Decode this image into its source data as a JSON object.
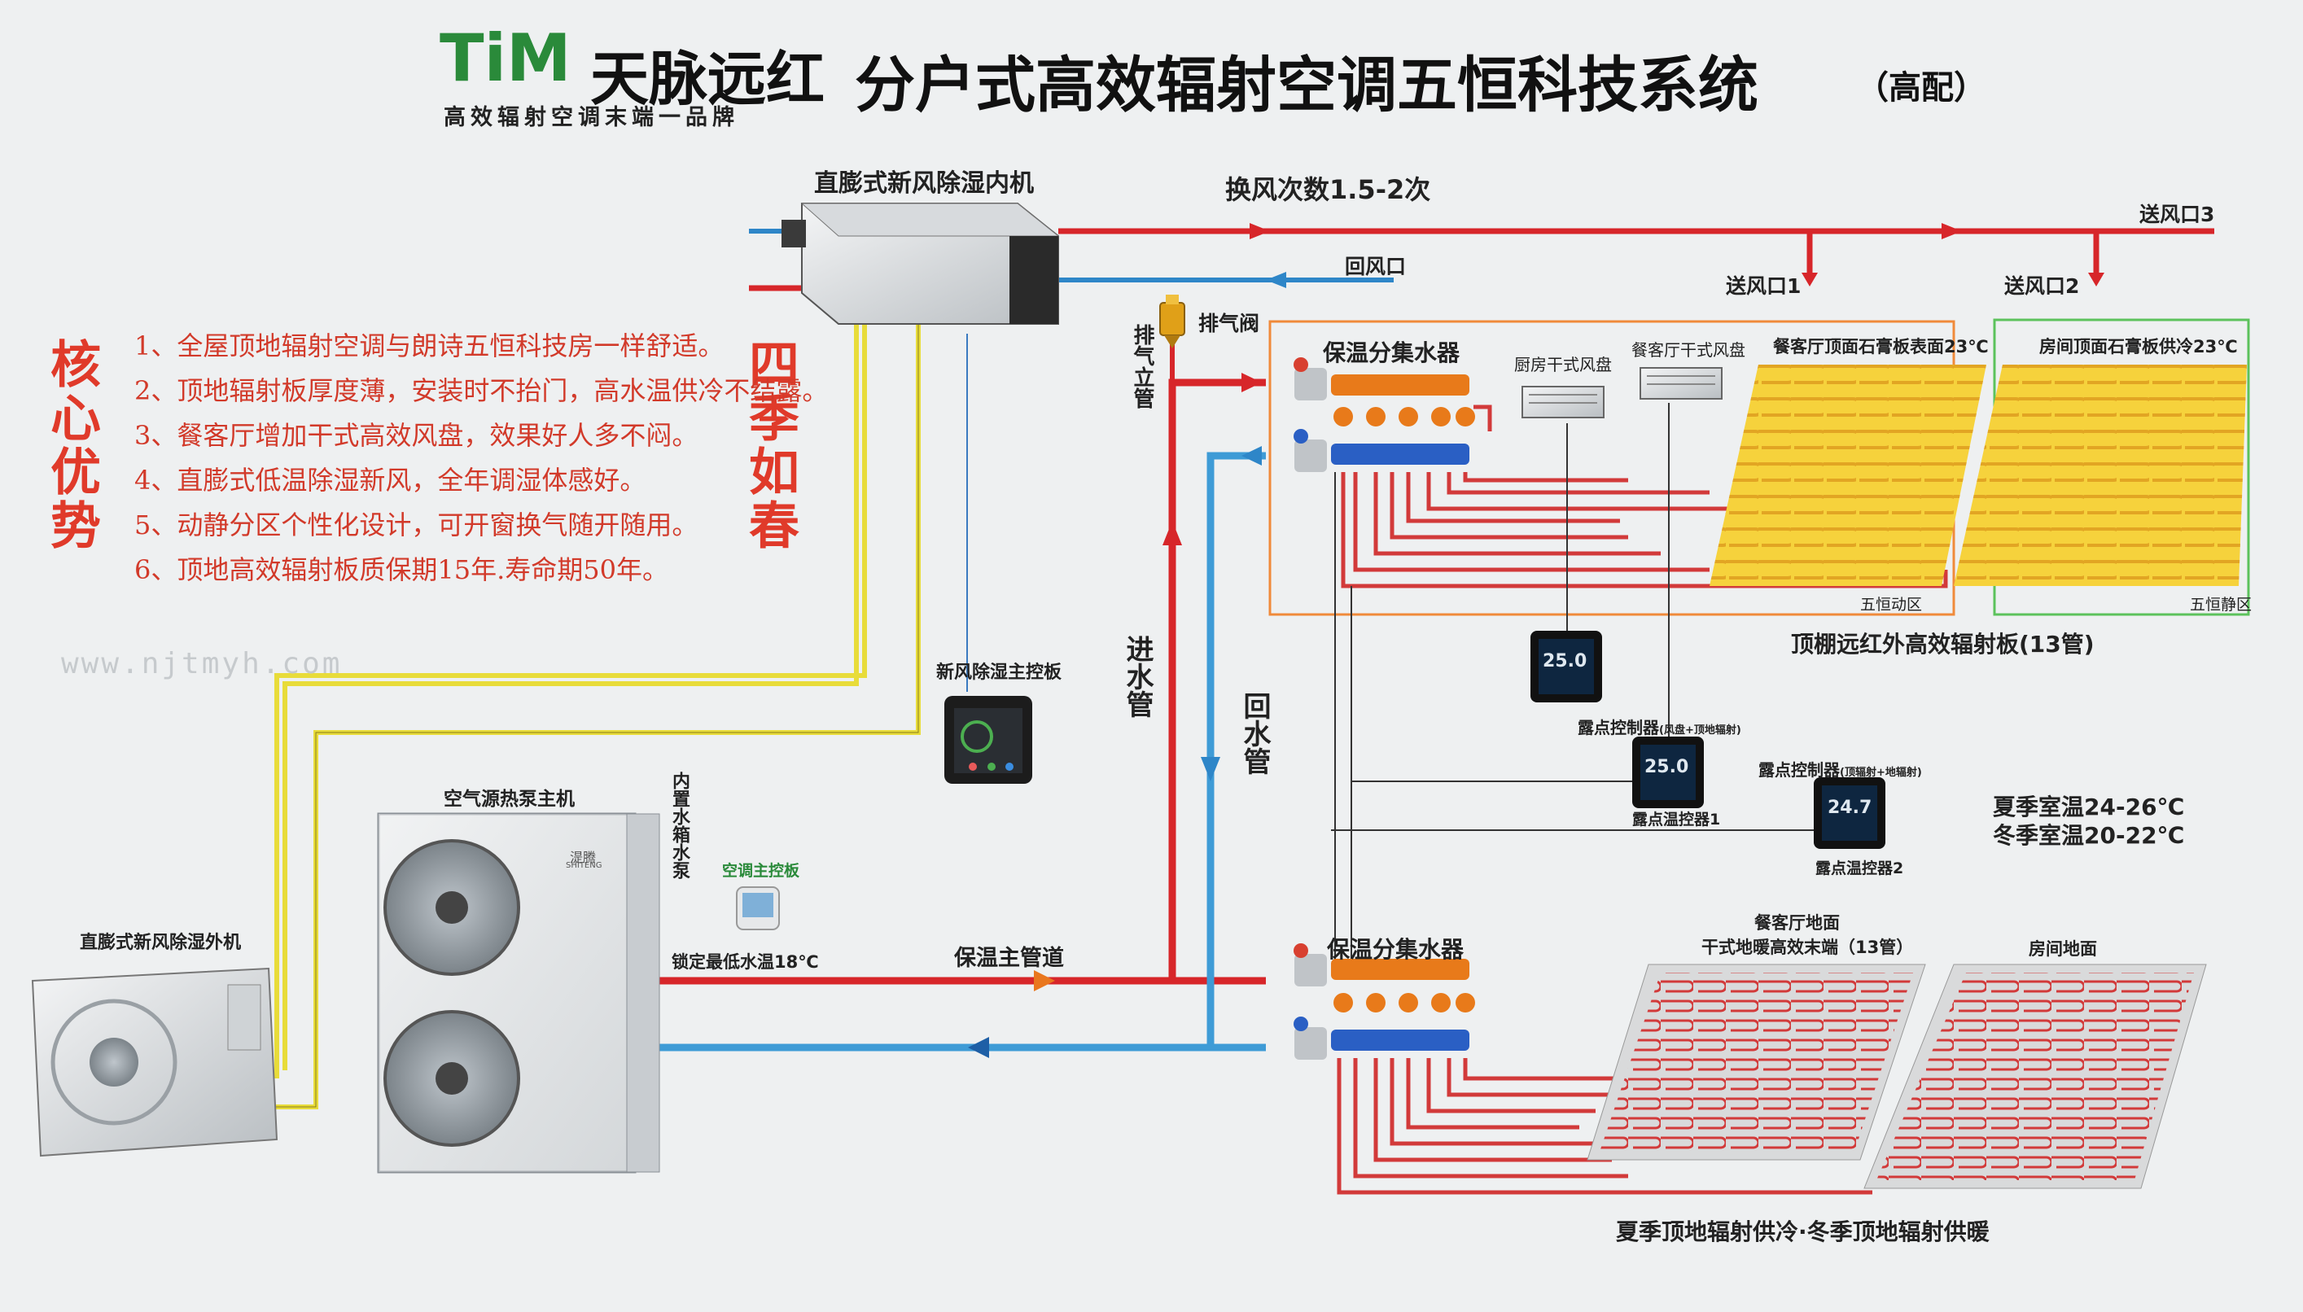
{
  "brand": {
    "logo_text": "TiM",
    "name": "天脉远红",
    "tagline": "高效辐射空调末端一品牌"
  },
  "title": {
    "main": "分户式高效辐射空调五恒科技系统",
    "suffix": "（高配）"
  },
  "left_panel": {
    "heading_left": "核心优势",
    "heading_right": "四季如春",
    "advantages": [
      "1、全屋顶地辐射空调与朗诗五恒科技房一样舒适。",
      "2、顶地辐射板厚度薄，安装时不抬门，高水温供冷不结露。",
      "3、餐客厅增加干式高效风盘，效果好人多不闷。",
      "4、直膨式低温除湿新风，全年调湿体感好。",
      "5、动静分区个性化设计，可开窗换气随开随用。",
      "6、顶地高效辐射板质保期15年.寿命期50年。"
    ],
    "watermark": "www.njtmyh.com"
  },
  "labels": {
    "fresh_air_indoor_unit": "直膨式新风除湿内机",
    "air_change_rate": "换风次数1.5-2次",
    "supply_outlet_3": "送风口3",
    "supply_outlet_1": "送风口1",
    "supply_outlet_2": "送风口2",
    "return_outlet": "回风口",
    "air_vent_valve": "排气阀",
    "air_vent_riser": "排气立管",
    "insulated_manifold_top": "保温分集水器",
    "kitchen_fcu": "厨房干式风盘",
    "dining_fcu": "餐客厅干式风盘",
    "dining_ceiling_panel": "餐客厅顶面石膏板表面23℃",
    "room_ceiling_panel": "房间顶面石膏板供冷23℃",
    "active_zone": "五恒动区",
    "quiet_zone": "五恒静区",
    "ceiling_panel_caption": "顶棚远红外高效辐射板(13管)",
    "fresh_air_panel": "新风除湿主控板",
    "supply_pipe": "进水管",
    "return_pipe": "回水管",
    "dew_controller_1_caption": "露点控制器",
    "dew_controller_1_note": "(风盘+顶地辐射)",
    "dew_controller_1_name": "露点温控器1",
    "dew_controller_2_caption": "露点控制器",
    "dew_controller_2_note": "(顶辐射+地辐射)",
    "dew_controller_2_name": "露点温控器2",
    "summer_temp": "夏季室温24-26℃",
    "winter_temp": "冬季室温20-22℃",
    "heat_pump": "空气源热泵主机",
    "builtin_tank": "内置水箱水泵",
    "ac_panel": "空调主控板",
    "outdoor_unit": "直膨式新风除湿外机",
    "min_water_temp": "锁定最低水温18℃",
    "main_pipe": "保温主管道",
    "insulated_manifold_bottom": "保温分集水器",
    "dining_floor_1": "餐客厅地面",
    "dining_floor_2": "干式地暖高效末端（13管）",
    "room_floor": "房间地面",
    "bottom_caption": "夏季顶地辐射供冷·冬季顶地辐射供暖",
    "heat_pump_brand": "湜腾",
    "heat_pump_brand_en": "SHITENG",
    "thermostat_temp_a": "25.0",
    "thermostat_temp_b": "25.0",
    "thermostat_temp_c": "24.7"
  },
  "colors": {
    "supply_red": "#d7262a",
    "return_blue": "#2e86c8",
    "signal_yellow": "#e8dc3a",
    "accent_red": "#e03a2a",
    "brand_green": "#2a8a3a",
    "panel_yellow": "#f6d23c",
    "active_zone_border": "#f08a3a",
    "quiet_zone_border": "#5cc25c"
  }
}
